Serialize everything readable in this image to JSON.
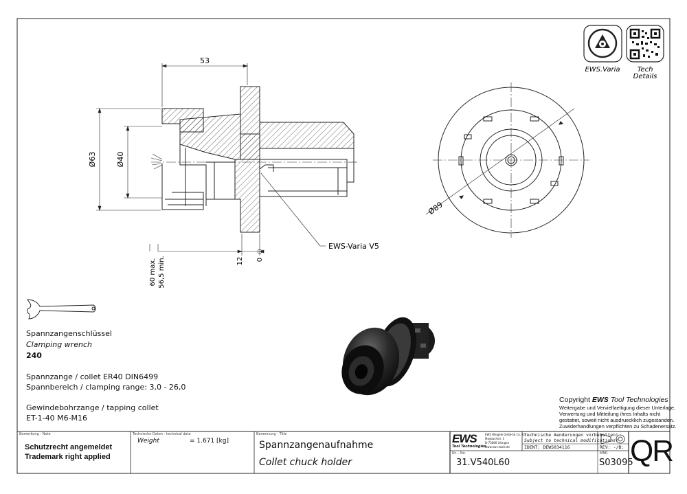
{
  "drawing": {
    "dim_53": "53",
    "dim_d63": "Ø63",
    "dim_d40": "Ø40",
    "dim_d89": "Ø89",
    "dim_60max": "60 max.",
    "dim_565min": "56,5 min.",
    "dim_12": "12",
    "dim_0": "0",
    "callout_varia": "EWS-Varia V5"
  },
  "badges": {
    "varia_label": "EWS.Varia",
    "tech_label_1": "Tech",
    "tech_label_2": "Details"
  },
  "accessories": {
    "wrench_de": "Spannzangenschlüssel",
    "wrench_en": "Clamping wrench",
    "wrench_no": "240",
    "collet_line": "Spannzange / collet   ER40   DIN6499",
    "range_line": "Spannbereich / clamping range: 3,0 - 26,0",
    "tapping_line": "Gewindebohrzange / tapping collet",
    "tapping_spec": "ET-1-40   M6-M16"
  },
  "copyright": {
    "title_prefix": "Copyright ",
    "title_brand": "EWS",
    "title_suffix": " Tool Technologies",
    "l1": "Weitergabe und Vervielfaeltigung dieser Unterlage,",
    "l2": "Verwertung und Mitteilung ihres Inhalts nicht",
    "l3": "gestattet, soweit nicht ausdruecklich zugestanden.",
    "l4": "Zuwiderhandlungen verpflichten zu Schadenersatz."
  },
  "titleblock": {
    "remark_label": "Bemerkung - Note",
    "remark_1": "Schutzrecht angemeldet",
    "remark_2": "Trademark right applied",
    "tech_label": "Technische Daten - technical data",
    "weight_label": "Weight",
    "weight_value": "=   1.671 [kg]",
    "title_label": "Benennung - Title",
    "title_de": "Spannzangenaufnahme",
    "title_en": "Collet chuck holder",
    "logo": "EWS",
    "logo_sub": "Tool Technologies",
    "company_1": "EWS Weigele GmbH & Co. KG",
    "company_2": "Maybachstr. 1",
    "company_3": "D-73066 Uhingen",
    "company_4": "www.ews-tools.de",
    "change_1": "Technische Aenderungen vorbehalten!",
    "change_2": "Subject to technical modifications!",
    "ident": "IDENT: DEWS034116",
    "rev": "REV: -/B:",
    "nr_label": "Nr. - No.",
    "nr_value": "31.V540L60",
    "mnr_label": "MNR",
    "mnr_value": "S03095",
    "qr": "QR"
  }
}
